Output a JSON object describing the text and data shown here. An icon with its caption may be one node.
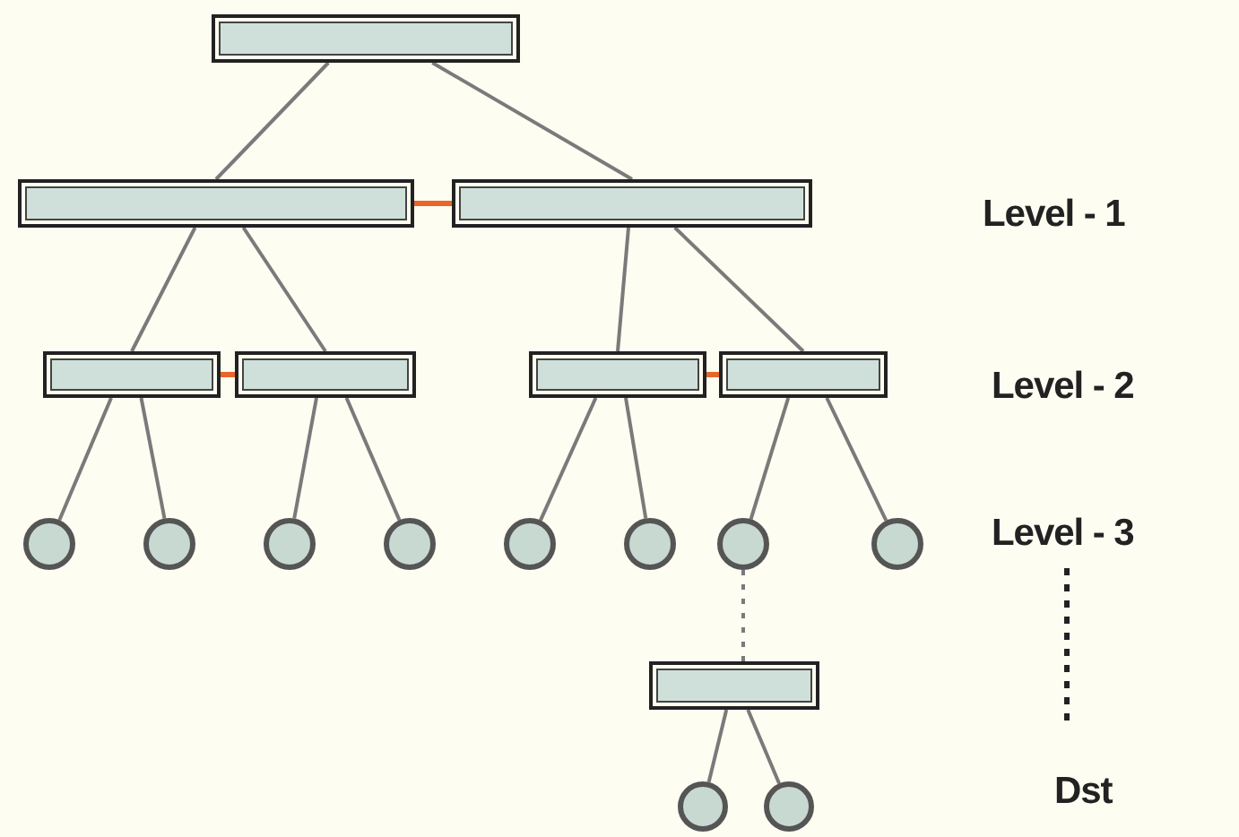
{
  "diagram": {
    "nodes": [
      {
        "text": [],
        "shape": "box"
      },
      {
        "text": [],
        "shape": "box"
      },
      {
        "text": [],
        "shape": "box"
      },
      {
        "text": [],
        "shape": "box"
      },
      {
        "text": [],
        "shape": "box"
      },
      {
        "text": [],
        "shape": "box"
      },
      {
        "text": [],
        "shape": "box"
      },
      {
        "text": [],
        "shape": "circle"
      },
      {
        "text": [],
        "shape": "circle"
      },
      {
        "text": [],
        "shape": "circle"
      },
      {
        "text": [],
        "shape": "circle"
      },
      {
        "text": [],
        "shape": "circle"
      },
      {
        "text": [],
        "shape": "circle"
      },
      {
        "text": [],
        "shape": "circle"
      },
      {
        "text": [],
        "shape": "circle"
      },
      {
        "text": [],
        "shape": "box"
      },
      {
        "text": [],
        "shape": "circle"
      },
      {
        "text": [],
        "shape": "circle"
      }
    ],
    "edges": [
      {
        "from": 0,
        "to": 1,
        "arrow": "none"
      },
      {
        "from": 0,
        "to": 2,
        "arrow": "none"
      },
      {
        "from": 1,
        "to": 2,
        "arrow": "other",
        "color": "#e8662a"
      },
      {
        "from": 1,
        "to": 3,
        "arrow": "none"
      },
      {
        "from": 1,
        "to": 4,
        "arrow": "none"
      },
      {
        "from": 2,
        "to": 5,
        "arrow": "none"
      },
      {
        "from": 2,
        "to": 6,
        "arrow": "none"
      },
      {
        "from": 3,
        "to": 4,
        "arrow": "other",
        "color": "#e8662a"
      },
      {
        "from": 5,
        "to": 6,
        "arrow": "other",
        "color": "#e8662a"
      },
      {
        "from": 3,
        "to": 7,
        "arrow": "none"
      },
      {
        "from": 3,
        "to": 8,
        "arrow": "none"
      },
      {
        "from": 4,
        "to": 9,
        "arrow": "none"
      },
      {
        "from": 4,
        "to": 10,
        "arrow": "none"
      },
      {
        "from": 5,
        "to": 11,
        "arrow": "none"
      },
      {
        "from": 5,
        "to": 12,
        "arrow": "none"
      },
      {
        "from": 6,
        "to": 13,
        "arrow": "none"
      },
      {
        "from": 6,
        "to": 14,
        "arrow": "none"
      },
      {
        "from": 13,
        "to": 15,
        "arrow": "none",
        "style": "dashed"
      },
      {
        "from": 15,
        "to": 16,
        "arrow": "none"
      },
      {
        "from": 15,
        "to": 17,
        "arrow": "none"
      }
    ],
    "labels": [
      "Level - 1",
      "Level - 2",
      "Level - 3",
      "Dst"
    ]
  }
}
